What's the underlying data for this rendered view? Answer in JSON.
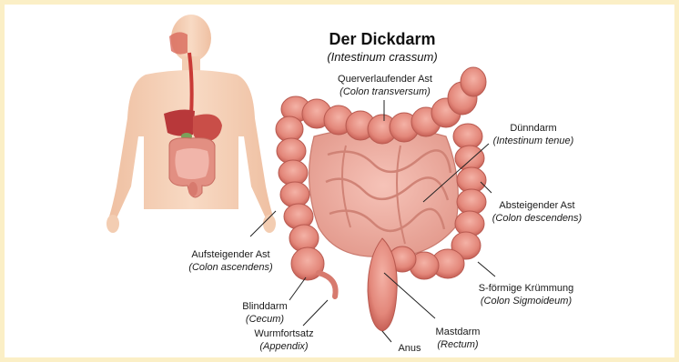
{
  "title": "Der Dickdarm",
  "subtitle": "(Intestinum crassum)",
  "colors": {
    "frame": "#fbefc6",
    "skin": "#f6d2b8",
    "intestine": "#e8877a",
    "intestine_dark": "#c85c52",
    "small_intestine": "#efa79b",
    "liver": "#b8383a",
    "esophagus": "#c93a36"
  },
  "labels": {
    "transversum": {
      "de": "Querverlaufender Ast",
      "la": "(Colon transversum)"
    },
    "duenndarm": {
      "de": "Dünndarm",
      "la": "(Intestinum tenue)"
    },
    "descendens": {
      "de": "Absteigender Ast",
      "la": "(Colon descendens)"
    },
    "ascendens": {
      "de": "Aufsteigender Ast",
      "la": "(Colon ascendens)"
    },
    "sigmoideum": {
      "de": "S-förmige Krümmung",
      "la": "(Colon Sigmoideum)"
    },
    "cecum": {
      "de": "Blinddarm",
      "la": "(Cecum)"
    },
    "appendix": {
      "de": "Wurmfortsatz",
      "la": "(Appendix)"
    },
    "rectum": {
      "de": "Mastdarm",
      "la": "(Rectum)"
    },
    "anus": {
      "de": "Anus"
    }
  }
}
